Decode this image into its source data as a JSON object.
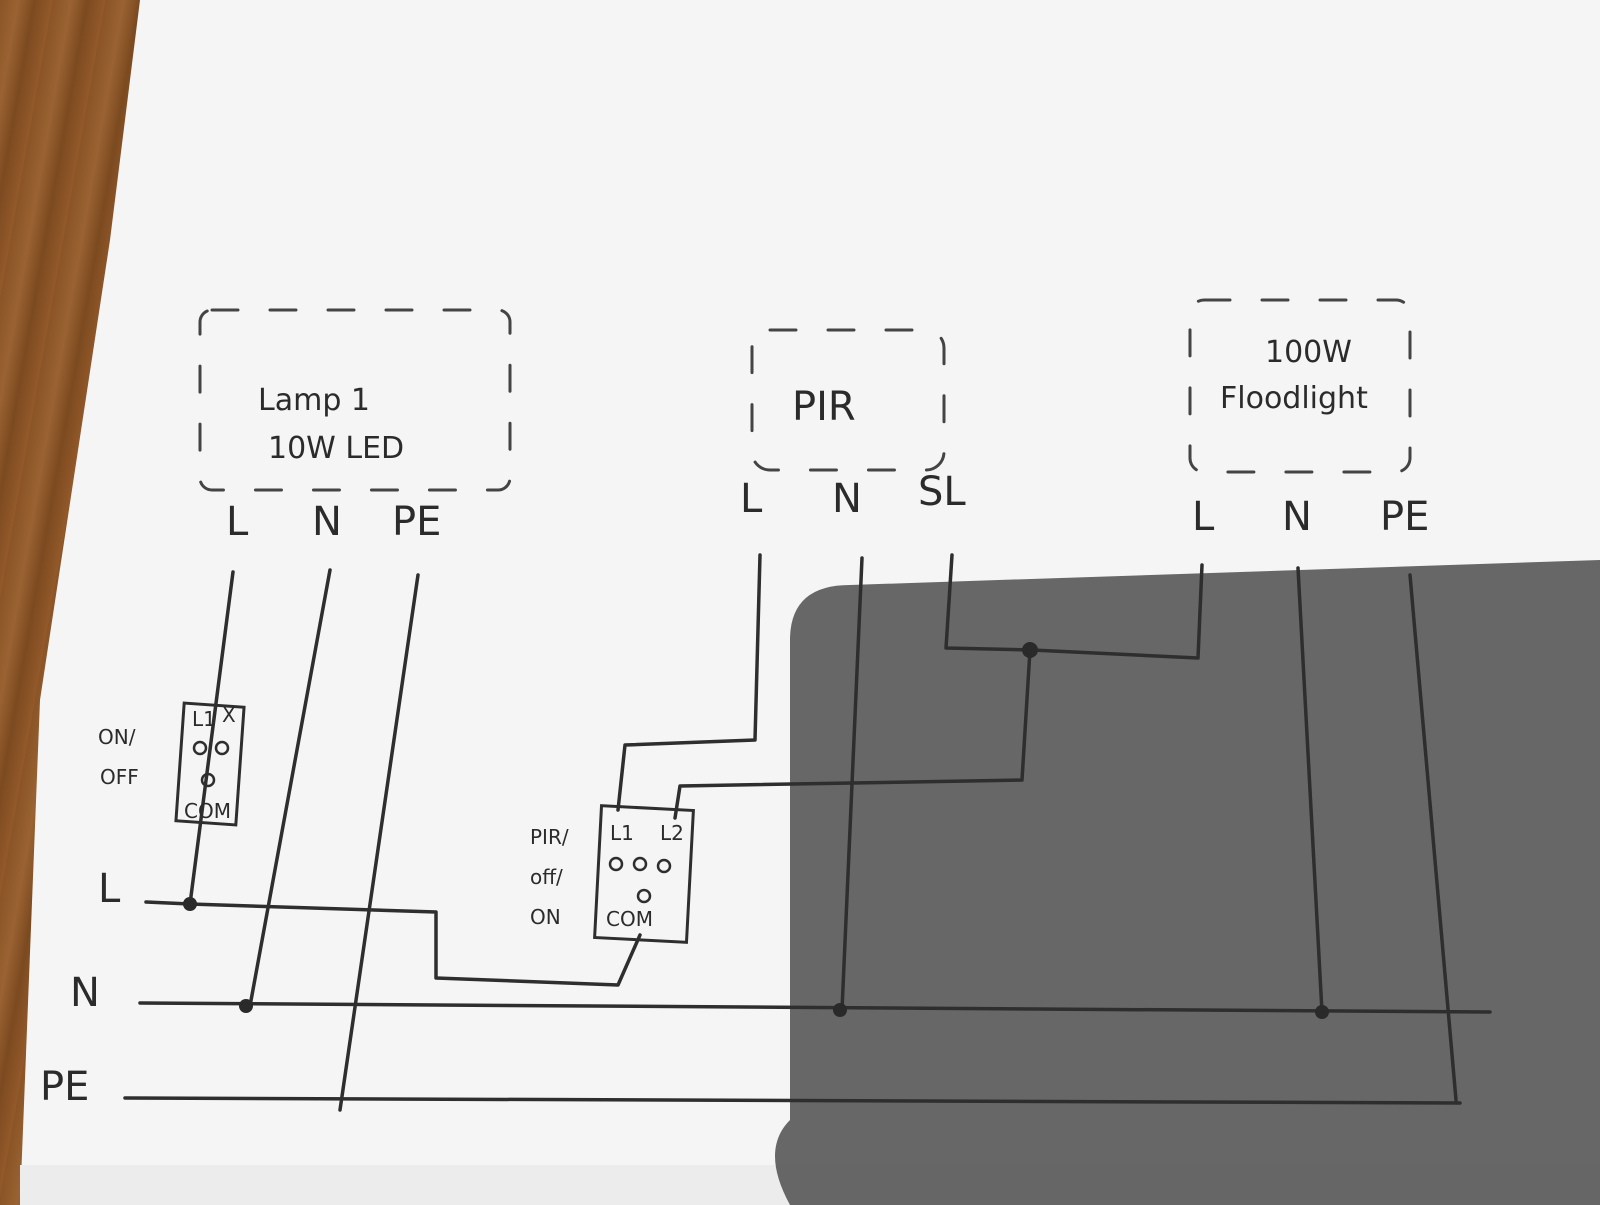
{
  "lamp": {
    "line1": "Lamp 1",
    "line2": "10W LED",
    "terminals": [
      "L",
      "N",
      "PE"
    ]
  },
  "pir": {
    "label": "PIR",
    "terminals": [
      "L",
      "N",
      "SL"
    ]
  },
  "floodlight": {
    "line1": "100W",
    "line2": "Floodlight",
    "terminals": [
      "L",
      "N",
      "PE"
    ]
  },
  "switch1": {
    "label_line1": "ON/",
    "label_line2": "OFF",
    "t1": "L1",
    "t2": "X",
    "com": "COM"
  },
  "switch2": {
    "label_line1": "PIR/",
    "label_line2": "off/",
    "label_line3": "ON",
    "t1": "L1",
    "t2": "L2",
    "com": "COM"
  },
  "supply": {
    "live": "L",
    "neutral": "N",
    "earth": "PE"
  },
  "colors": {
    "paper": "#f6f6f6",
    "shadow": "#555555",
    "ink": "#2e2e2e",
    "wood": "#8a5426"
  }
}
